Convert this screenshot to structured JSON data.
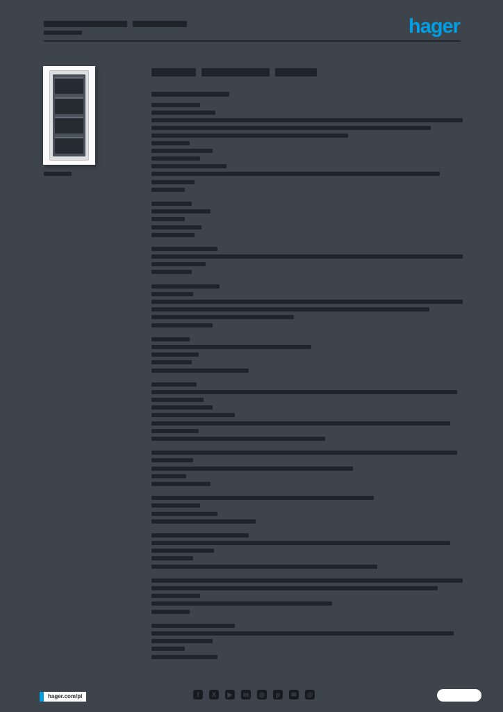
{
  "brand": {
    "logo_text": "hager"
  },
  "colors": {
    "accent_blue": "#009fe3",
    "page_bg": "#3e444b",
    "redaction": "#1f242a",
    "paper_white": "#ffffff"
  },
  "header": {
    "title_segments": [
      120,
      78
    ],
    "subtitle_bar_w": 55
  },
  "product": {
    "module_rows": 4,
    "caption_bar_w": 40
  },
  "main": {
    "title_segments": [
      64,
      98,
      60
    ],
    "subhead_bar_w": 112
  },
  "spec_rows": [
    70,
    92,
    448,
    402,
    283,
    55,
    88,
    70,
    108,
    415,
    62,
    48,
    0,
    58,
    85,
    48,
    72,
    62,
    0,
    95,
    448,
    78,
    58,
    0,
    98,
    60,
    448,
    400,
    205,
    88,
    0,
    55,
    230,
    68,
    58,
    140,
    0,
    65,
    440,
    75,
    88,
    120,
    430,
    68,
    250,
    0,
    440,
    60,
    290,
    50,
    85,
    0,
    320,
    70,
    95,
    150,
    0,
    140,
    430,
    90,
    60,
    325,
    0,
    448,
    412,
    70,
    260,
    55,
    0,
    120,
    435,
    88,
    48,
    95
  ],
  "footer": {
    "site_label": "hager.com/pl",
    "icons": [
      {
        "name": "facebook-icon",
        "glyph": "f"
      },
      {
        "name": "x-icon",
        "glyph": "X"
      },
      {
        "name": "youtube-icon",
        "glyph": "▶"
      },
      {
        "name": "linkedin-icon",
        "glyph": "in"
      },
      {
        "name": "instagram-icon",
        "glyph": "◎"
      },
      {
        "name": "pinterest-icon",
        "glyph": "p"
      },
      {
        "name": "email-icon",
        "glyph": "✉"
      },
      {
        "name": "website-icon",
        "glyph": "@"
      }
    ]
  }
}
